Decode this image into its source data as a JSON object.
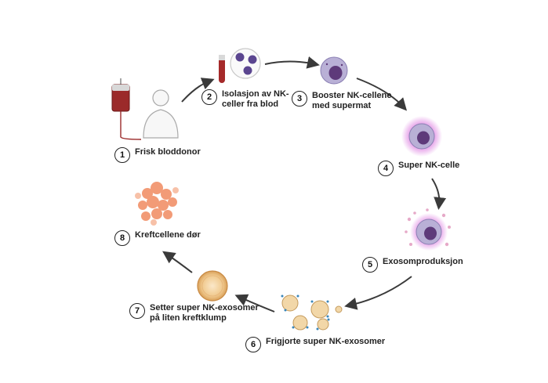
{
  "steps": [
    {
      "n": "1",
      "lines": [
        "Frisk bloddonor"
      ]
    },
    {
      "n": "2",
      "lines": [
        "Isolasjon av NK-",
        "celler fra blod"
      ]
    },
    {
      "n": "3",
      "lines": [
        "Booster NK-cellene",
        "med supermat"
      ]
    },
    {
      "n": "4",
      "lines": [
        "Super NK-celle"
      ]
    },
    {
      "n": "5",
      "lines": [
        "Exosomproduksjon"
      ]
    },
    {
      "n": "6",
      "lines": [
        "Frigjorte super NK-exosomer"
      ]
    },
    {
      "n": "7",
      "lines": [
        "Setter super NK-exosomer",
        "på liten kreftklump"
      ]
    },
    {
      "n": "8",
      "lines": [
        "Kreftcellene dør"
      ]
    }
  ],
  "icons": {
    "donor": "blood-donor-icon",
    "tube": "blood-tube-icon",
    "cells": "isolated-cells-icon",
    "nk_cell": "nk-cell-icon",
    "super_nk": "super-nk-cell-icon",
    "exo_cell": "exosome-producing-cell-icon",
    "exosomes": "exosomes-icon",
    "tumor": "tumor-spheroid-icon",
    "dying": "dying-cancer-cells-icon"
  },
  "colors": {
    "arrow": "#3a3a3a",
    "cell_fill": "#b9b0d6",
    "nucleus": "#5e3a7a",
    "glow": "#d86bdc",
    "blood": "#9b2a2a",
    "exosome": "#f2d7a8",
    "cancer": "#f08a60"
  }
}
